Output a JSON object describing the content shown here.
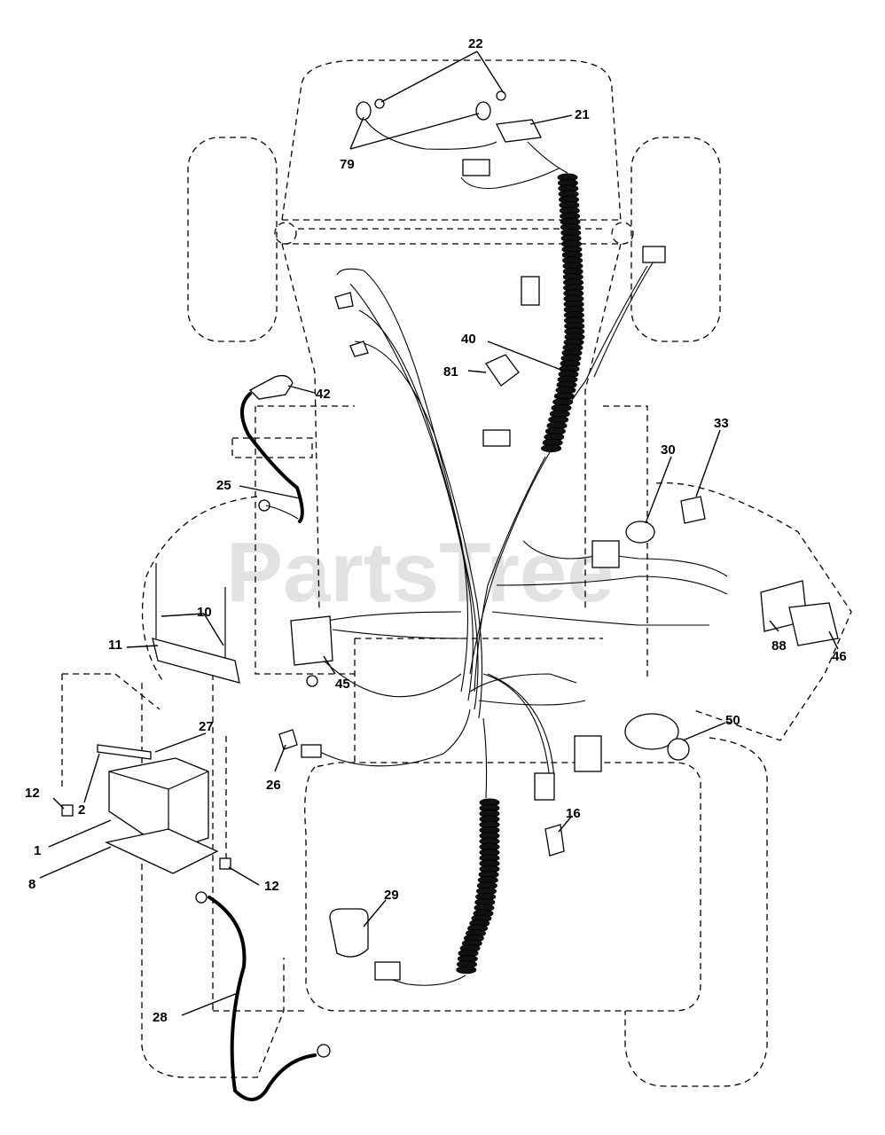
{
  "watermark": "PartsTree",
  "callouts": [
    "22",
    "21",
    "79",
    "40",
    "81",
    "42",
    "25",
    "33",
    "30",
    "10",
    "11",
    "45",
    "88",
    "46",
    "27",
    "50",
    "12",
    "2",
    "26",
    "16",
    "1",
    "8",
    "12",
    "29",
    "28"
  ]
}
